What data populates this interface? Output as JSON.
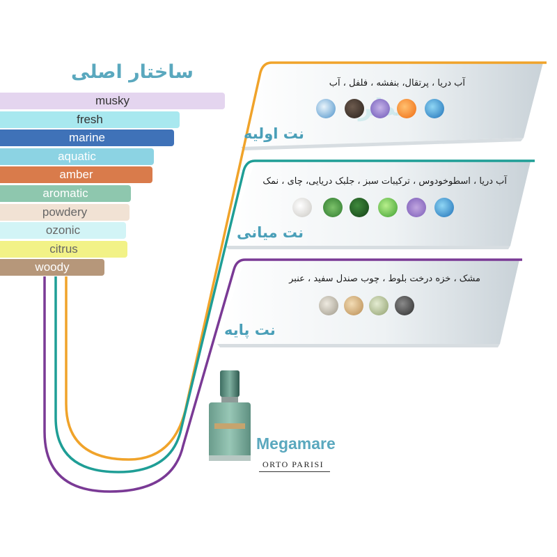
{
  "title": "ساختار اصلی",
  "accords": [
    {
      "label": "musky",
      "color": "#e4d5ef",
      "text": "#333333",
      "width": 323
    },
    {
      "label": "fresh",
      "color": "#a8e8ef",
      "text": "#333333",
      "width": 258
    },
    {
      "label": "marine",
      "color": "#3f72b8",
      "text": "#ffffff",
      "width": 250
    },
    {
      "label": "aquatic",
      "color": "#8cd3e3",
      "text": "#ffffff",
      "width": 221
    },
    {
      "label": "amber",
      "color": "#d97b4b",
      "text": "#ffffff",
      "width": 219
    },
    {
      "label": "aromatic",
      "color": "#8ec7ae",
      "text": "#ffffff",
      "width": 188
    },
    {
      "label": "powdery",
      "color": "#f1e2d4",
      "text": "#666666",
      "width": 186
    },
    {
      "label": "ozonic",
      "color": "#d2f4f6",
      "text": "#666666",
      "width": 181
    },
    {
      "label": "citrus",
      "color": "#f2f287",
      "text": "#666666",
      "width": 183
    },
    {
      "label": "woody",
      "color": "#b6977a",
      "text": "#ffffff",
      "width": 150
    }
  ],
  "tiers": {
    "top": {
      "label": "نت اولیه",
      "notes": "آب دریا ، پرتقال، بنفشه ، فلفل ، آب",
      "color": "#f0a32a"
    },
    "middle": {
      "label": "نت میانی",
      "notes": "آب دریا ، اسطوخودوس ، ترکیبات سبز ، جلبک دریایی، چای ، نمک",
      "color": "#1f9e96"
    },
    "base": {
      "label": "نت پایه",
      "notes": "مشک ، خزه درخت بلوط ، چوب صندل سفید ، عنبر",
      "color": "#7a3a95"
    }
  },
  "watermark": "عطر",
  "product": {
    "name": "Megamare",
    "brand": "ORTO PARISI"
  }
}
